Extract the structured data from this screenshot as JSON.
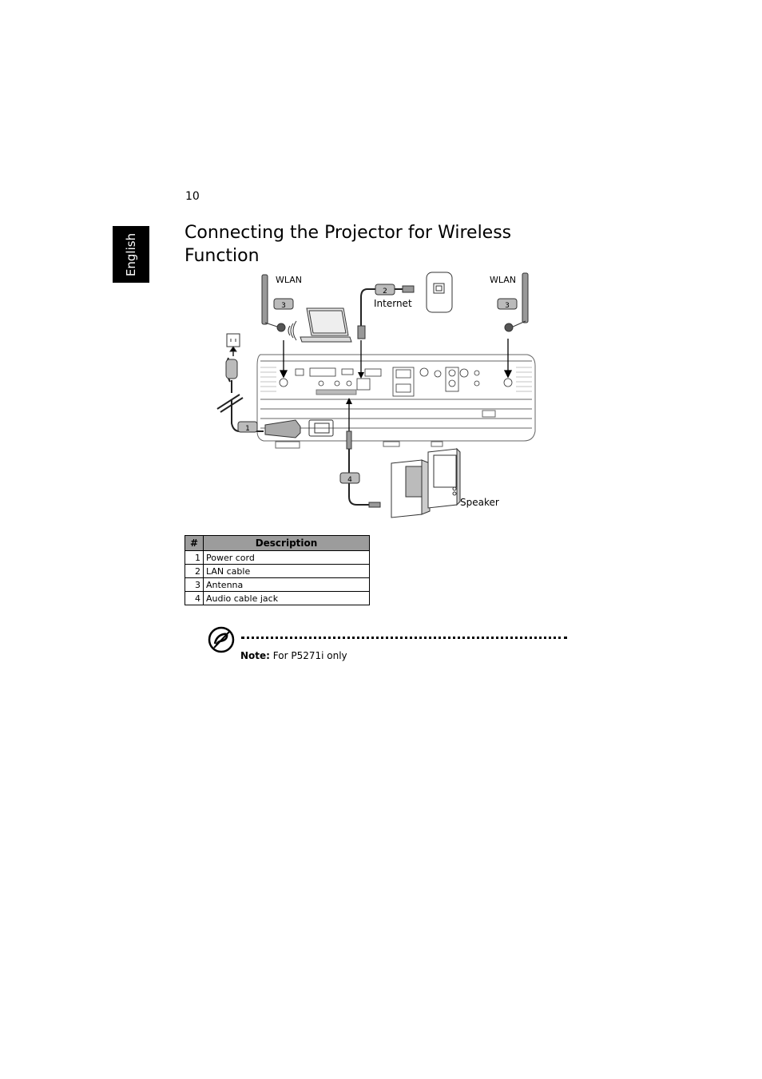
{
  "page_number": "10",
  "side_tab": "English",
  "title": "Connecting the Projector for Wireless Function",
  "diagram": {
    "wlan_left": "WLAN",
    "wlan_right": "WLAN",
    "internet": "Internet",
    "speaker": "Speaker",
    "callouts": [
      "1",
      "2",
      "3",
      "3",
      "4"
    ]
  },
  "table": {
    "headers": [
      "#",
      "Description"
    ],
    "rows": [
      {
        "num": "1",
        "desc": "Power cord"
      },
      {
        "num": "2",
        "desc": "LAN cable"
      },
      {
        "num": "3",
        "desc": "Antenna"
      },
      {
        "num": "4",
        "desc": "Audio cable jack"
      }
    ]
  },
  "note": {
    "label": "Note:",
    "text": " For P5271i only"
  }
}
